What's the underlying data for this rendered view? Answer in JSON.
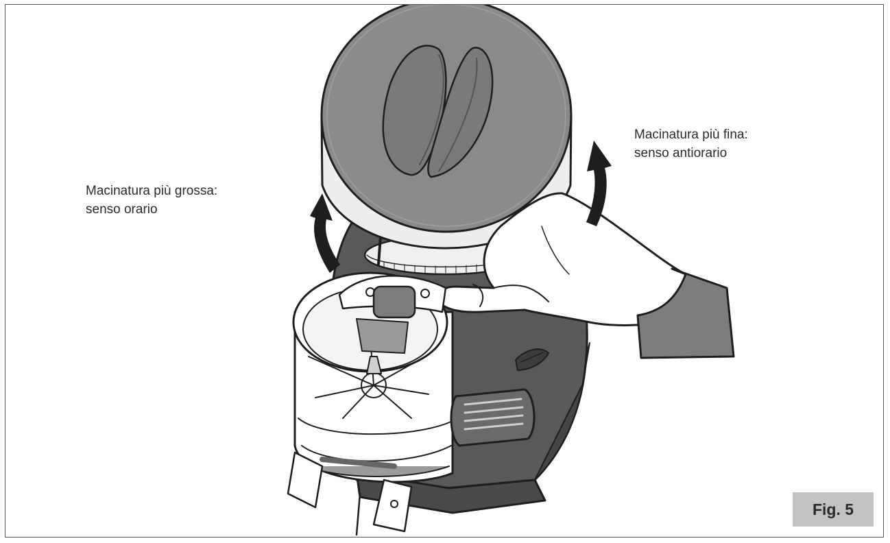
{
  "labels": {
    "coarse": "Macinatura più grossa:\nsenso orario",
    "fine": "Macinatura più fina:\nsenso antiorario"
  },
  "figure_label": "Fig. 5",
  "colors": {
    "outline": "#1e1e1e",
    "body_dark": "#595959",
    "body_shadow": "#454545",
    "lid": "#8a8a8a",
    "lid_rim": "#eeeeee",
    "figure_box": "#c3c3c3",
    "sleeve": "#7d7d7d"
  }
}
